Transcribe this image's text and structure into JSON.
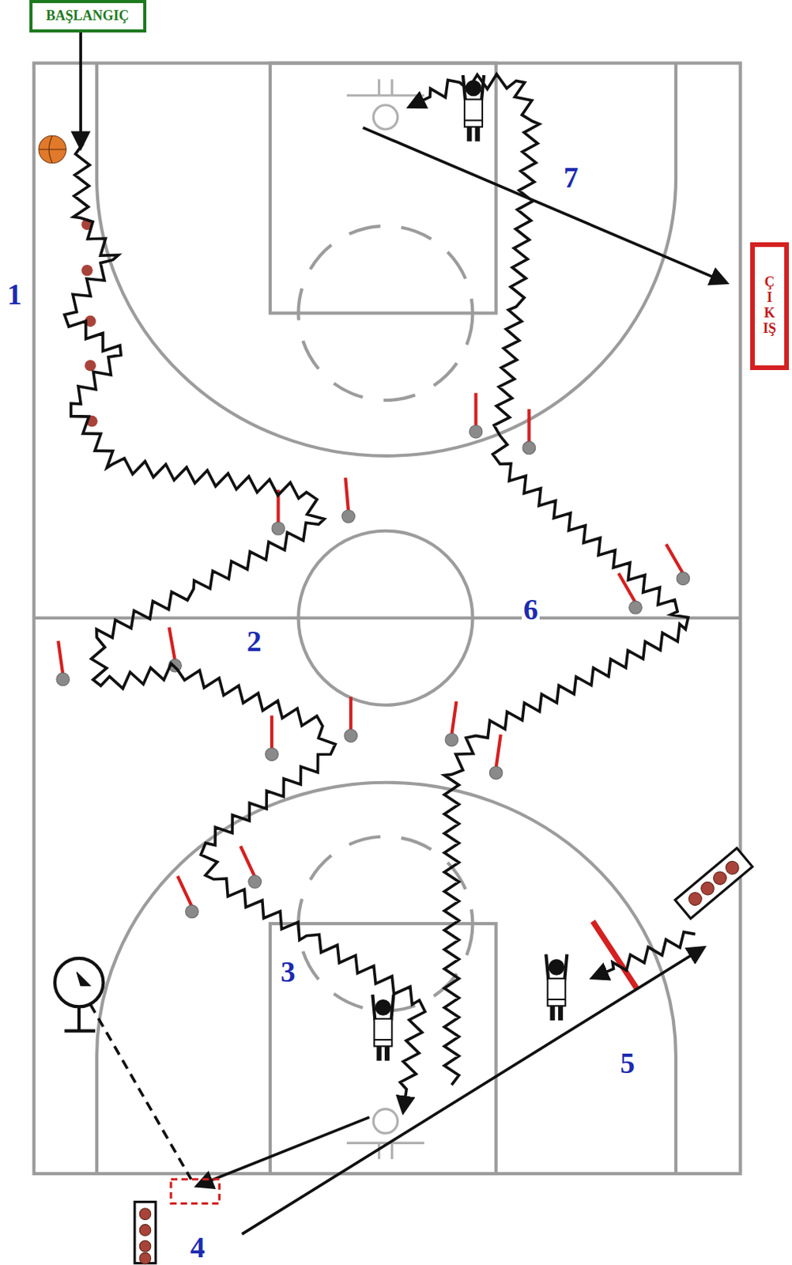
{
  "diagram": {
    "nodes": [
      {
        "text": [
          "BAŞLANGIÇ"
        ]
      },
      {
        "text": [
          "ÇIKIŞ"
        ]
      }
    ],
    "labels": [
      "1",
      "2",
      "3",
      "4",
      "5",
      "6",
      "7"
    ]
  }
}
